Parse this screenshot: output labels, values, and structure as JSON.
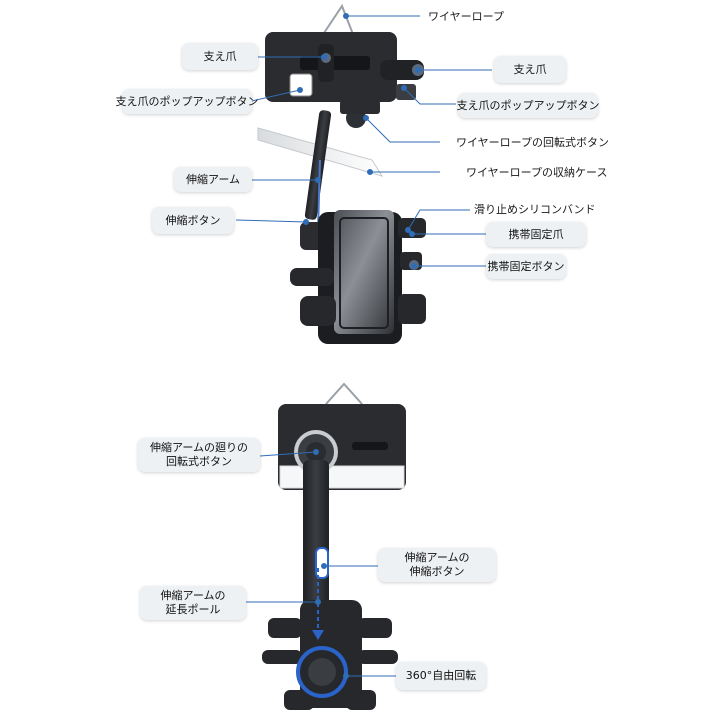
{
  "top_diagram": {
    "labels": {
      "wire_rope": "ワイヤーロープ",
      "support_claw_left": "支え爪",
      "support_claw_right": "支え爪",
      "popup_button_left": "支え爪のポップアップボタン",
      "popup_button_right": "支え爪のポップアップボタン",
      "wire_rotary_button": "ワイヤーロープの回転式ボタン",
      "wire_storage_case": "ワイヤーロープの収納ケース",
      "telescopic_arm": "伸縮アーム",
      "telescopic_button": "伸縮ボタン",
      "non_slip_silicone_band": "滑り止めシリコンバンド",
      "phone_claw": "携帯固定爪",
      "phone_fix_button": "携帯固定ボタン"
    }
  },
  "bottom_diagram": {
    "labels": {
      "arm_rotary_button_line1": "伸縮アームの廻りの",
      "arm_rotary_button_line2": "回転式ボタン",
      "arm_telescopic_button_line1": "伸縮アームの",
      "arm_telescopic_button_line2": "伸縮ボタン",
      "arm_extension_pole_line1": "伸縮アームの",
      "arm_extension_pole_line2": "延長ポール",
      "rotation_360": "360°自由回転"
    }
  },
  "colors": {
    "body_dark": "#2b2d31",
    "body_mid": "#3a3d42",
    "pointer_blue": "#2f6db5",
    "pill_bg": "#eef1f4",
    "accent_blue": "#2a63c9"
  }
}
